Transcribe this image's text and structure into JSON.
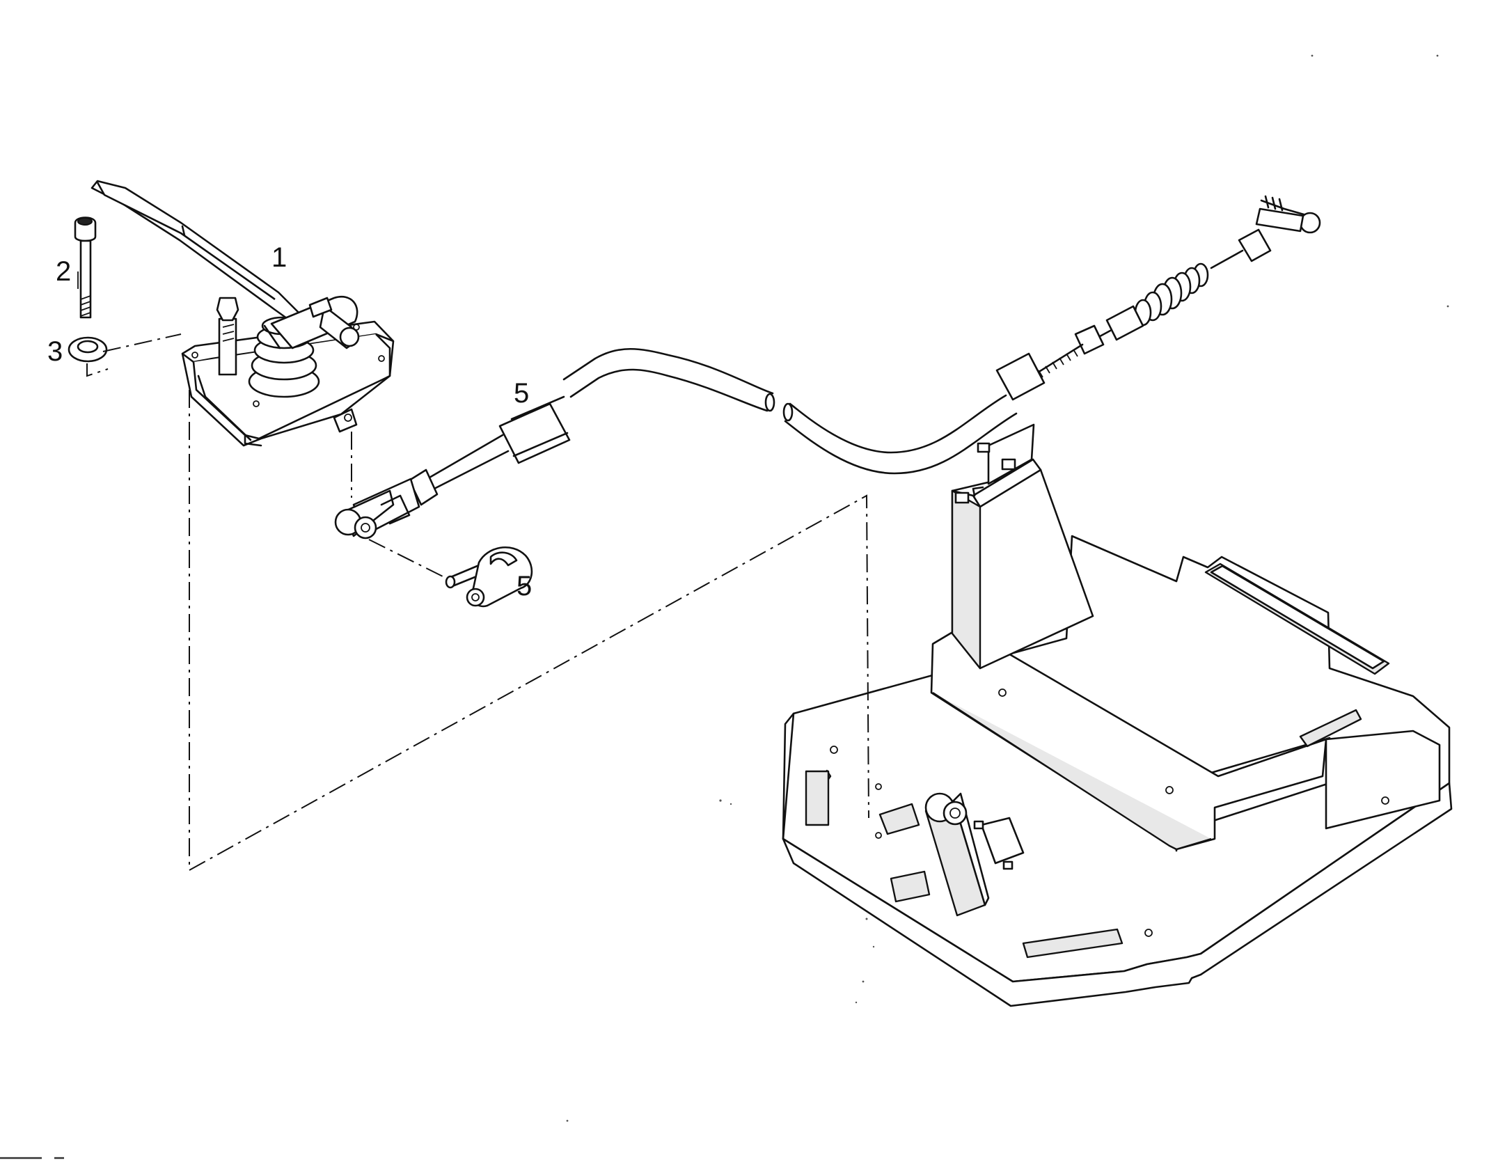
{
  "callouts": [
    {
      "id": "c1",
      "label": "1"
    },
    {
      "id": "c2",
      "label": "2"
    },
    {
      "id": "c3",
      "label": "3"
    },
    {
      "id": "c5a",
      "label": "5"
    },
    {
      "id": "c5b",
      "label": "5"
    }
  ]
}
